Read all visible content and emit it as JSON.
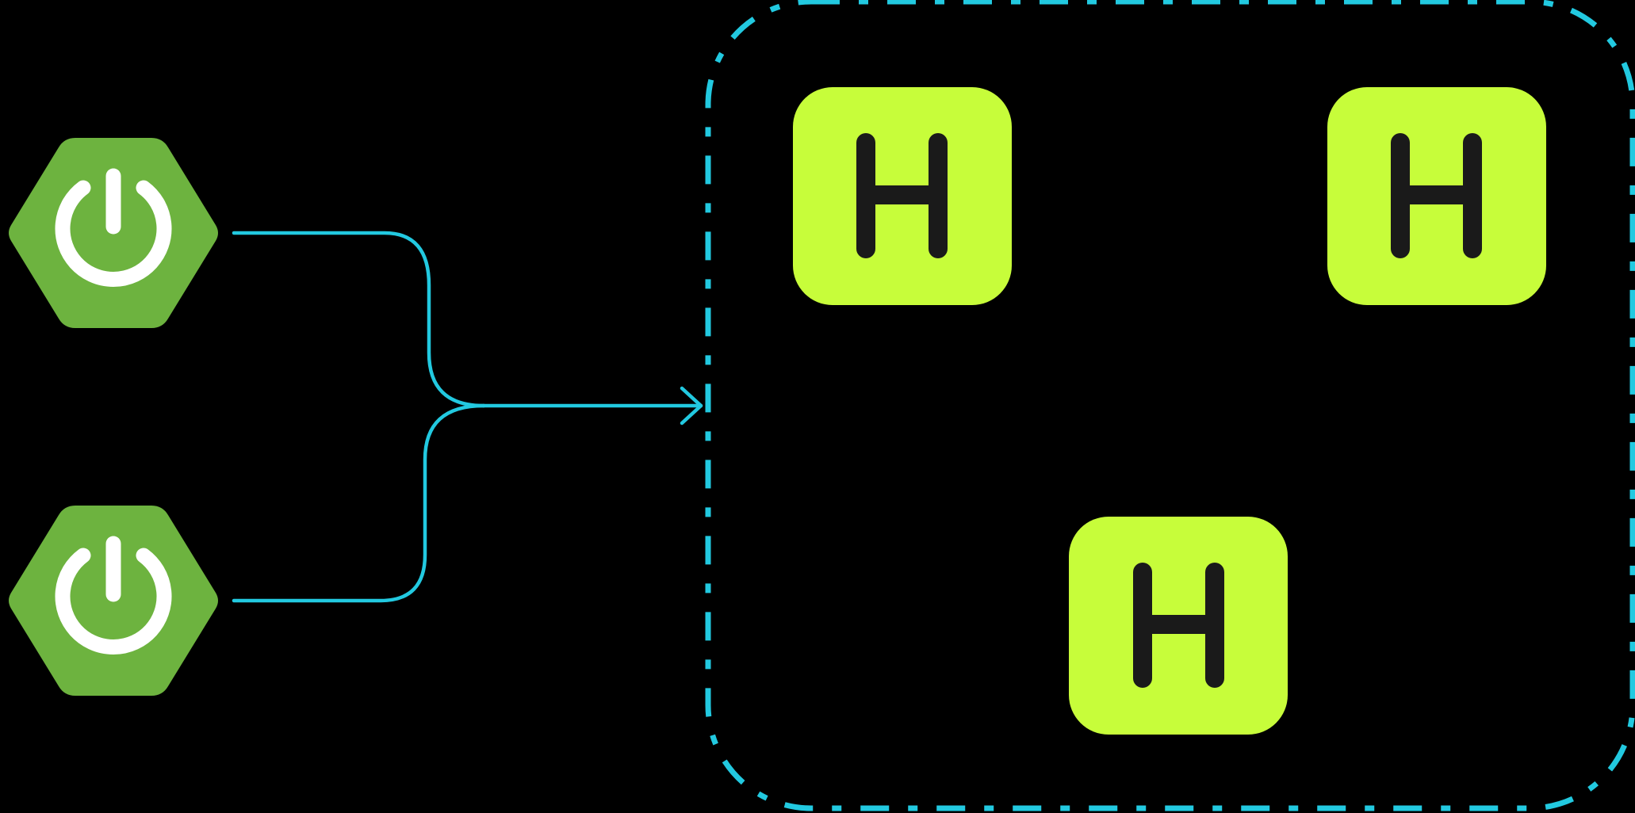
{
  "diagram": {
    "background": "#000000",
    "colors": {
      "connector": "#22c9e0",
      "source_node_fill": "#6db33f",
      "source_node_glyph": "#ffffff",
      "target_node_fill": "#c7fd3a",
      "target_node_glyph": "#1a1a1a"
    },
    "sources": [
      {
        "id": "spring-app-1",
        "icon": "power-icon"
      },
      {
        "id": "spring-app-2",
        "icon": "power-icon"
      }
    ],
    "cluster": {
      "border_style": "dash-dot",
      "nodes": [
        {
          "id": "node-1",
          "label": "H"
        },
        {
          "id": "node-2",
          "label": "H"
        },
        {
          "id": "node-3",
          "label": "H"
        }
      ]
    },
    "edges": [
      {
        "from": "spring-app-1",
        "to": "cluster"
      },
      {
        "from": "spring-app-2",
        "to": "cluster"
      }
    ]
  }
}
